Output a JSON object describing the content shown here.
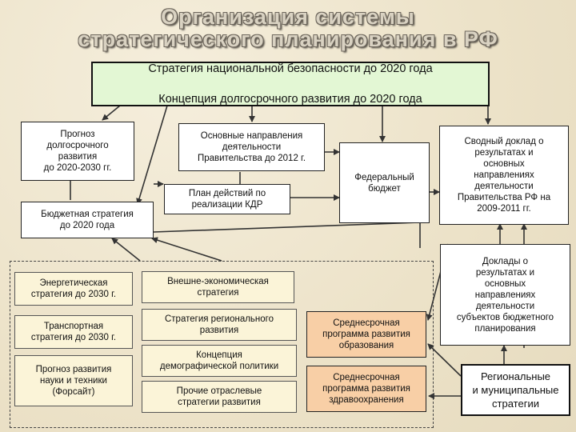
{
  "title": {
    "line1": "Организация системы",
    "line2": "стратегического планирования в РФ"
  },
  "top_box": {
    "line1": "Стратегия национальной безопасности до 2020 года",
    "line2": "Концепция долгосрочного развития до 2020 года"
  },
  "boxes": {
    "forecast_long": "Прогноз\nдолгосрочного\nразвития\nдо 2020-2030 гг.",
    "gov_directions": "Основные направления\nдеятельности\nПравительства до 2012 г.",
    "action_plan": "План действий по\nреализации КДР",
    "federal_budget": "Федеральный\nбюджет",
    "summary_report": "Сводный доклад о\nрезультатах и\nосновных\nнаправлениях\nдеятельности\nПравительства РФ на\n2009-2011 гг.",
    "budget_strategy": "Бюджетная стратегия\nдо 2020 года",
    "reports_subjects": "Доклады о\nрезультатах и\nосновных\nнаправлениях\nдеятельности\nсубъектов бюджетного\nпланирования",
    "energy": "Энергетическая\nстратегия до 2030 г.",
    "transport": "Транспортная\nстратегия до 2030 г.",
    "science": "Прогноз развития\nнауки и техники\n(Форсайт)",
    "foreign_econ": "Внешне-экономическая\nстратегия",
    "regional_dev": "Стратегия регионального\nразвития",
    "demography": "Концепция\nдемографической политики",
    "other_sector": "Прочие отраслевые\nстратегии развития",
    "education": "Среднесрочная\nпрограмма развития\nобразования",
    "health": "Среднесрочная\nпрограмма развития\nздравоохранения",
    "regional_municipal": "Региональные\nи муниципальные\nстратегии"
  },
  "colors": {
    "background": "#efe6cf",
    "top_box_fill": "#e3f7d4",
    "program_fill": "#f8cfa6",
    "strategy_fill": "#fbf4d8",
    "line": "#333333"
  }
}
